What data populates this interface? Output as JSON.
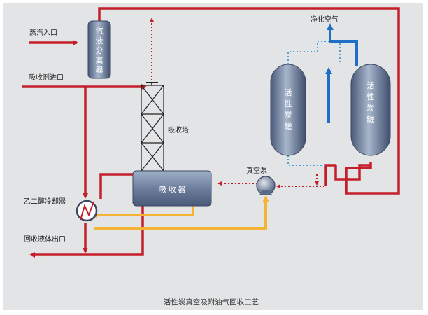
{
  "labels": {
    "steam_inlet": "蒸汽入口",
    "absorbent_inlet": "吸收剂进口",
    "absorption_tower": "吸收塔",
    "glycol_cooler": "乙二醇冷却器",
    "recovered_liquid_outlet": "回收液体出口",
    "vacuum_pump": "真空泵",
    "clean_air": "净化空气"
  },
  "vessels": {
    "separator": [
      "汽",
      "液",
      "分",
      "离",
      "器"
    ],
    "carbon_tank_left": [
      "活",
      "性",
      "炭",
      "罐"
    ],
    "carbon_tank_right": [
      "活",
      "性",
      "炭",
      "罐"
    ],
    "absorber": "吸收器"
  },
  "caption": "活性炭真空吸附油气回收工艺",
  "colors": {
    "red_line": "#c41e2a",
    "orange_line": "#f5b335",
    "blue_line": "#1f6fc5",
    "dotted_blue": "#4aa3df",
    "vessel_fill": "#6d7f9d",
    "background": "#e3e4e6"
  }
}
